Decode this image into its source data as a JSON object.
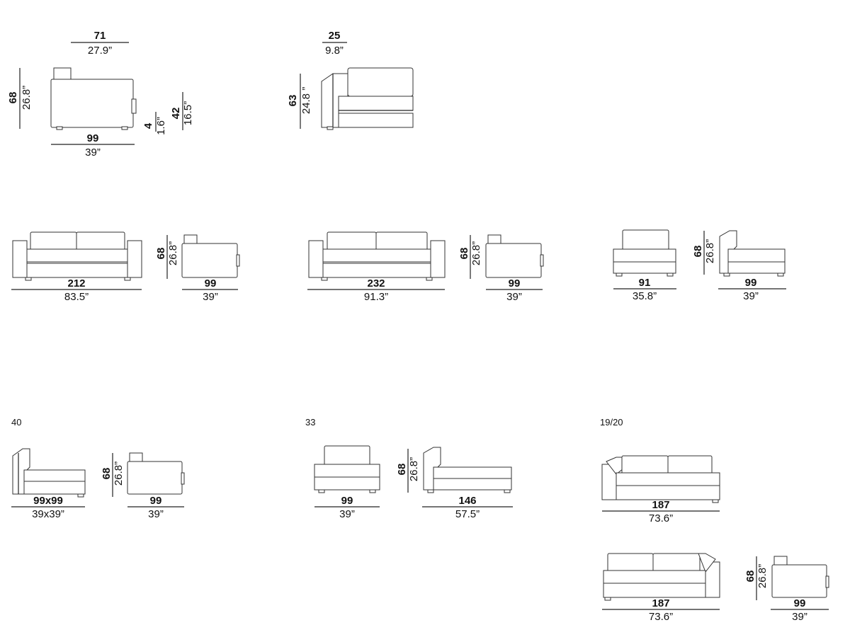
{
  "codes": {
    "row3_left": "40",
    "row3_mid": "33",
    "row3_right": "19/20"
  },
  "row1": {
    "side_top_cm": "71",
    "side_top_in": "27.9”",
    "side_h_cm": "68",
    "side_h_in": "26.8”",
    "side_w_cm": "99",
    "side_w_in": "39”",
    "foot_cm": "4",
    "foot_in": "1.6”",
    "seat_cm": "42",
    "seat_in": "16.5”",
    "arm_top_cm": "25",
    "arm_top_in": "9.8”",
    "arm_h_cm": "63",
    "arm_h_in": "24.8 ”"
  },
  "row2": {
    "a_w_cm": "212",
    "a_w_in": "83.5”",
    "a_h_cm": "68",
    "a_h_in": "26.8”",
    "a_d_cm": "99",
    "a_d_in": "39”",
    "b_w_cm": "232",
    "b_w_in": "91.3”",
    "b_h_cm": "68",
    "b_h_in": "26.8”",
    "b_d_cm": "99",
    "b_d_in": "39”",
    "c_w_cm": "91",
    "c_w_in": "35.8”",
    "c_h_cm": "68",
    "c_h_in": "26.8”",
    "c_d_cm": "99",
    "c_d_in": "39”"
  },
  "row3": {
    "a_w_cm": "99x99",
    "a_w_in": "39x39”",
    "a_h_cm": "68",
    "a_h_in": "26.8”",
    "a_d_cm": "99",
    "a_d_in": "39”",
    "b_w_cm": "99",
    "b_w_in": "39”",
    "b_h_cm": "68",
    "b_h_in": "26.8”",
    "b_d_cm": "146",
    "b_d_in": "57.5”",
    "c_w_cm": "187",
    "c_w_in": "73.6”"
  },
  "row4": {
    "w_cm": "187",
    "w_in": "73.6”",
    "h_cm": "68",
    "h_in": "26.8”",
    "d_cm": "99",
    "d_in": "39”"
  }
}
